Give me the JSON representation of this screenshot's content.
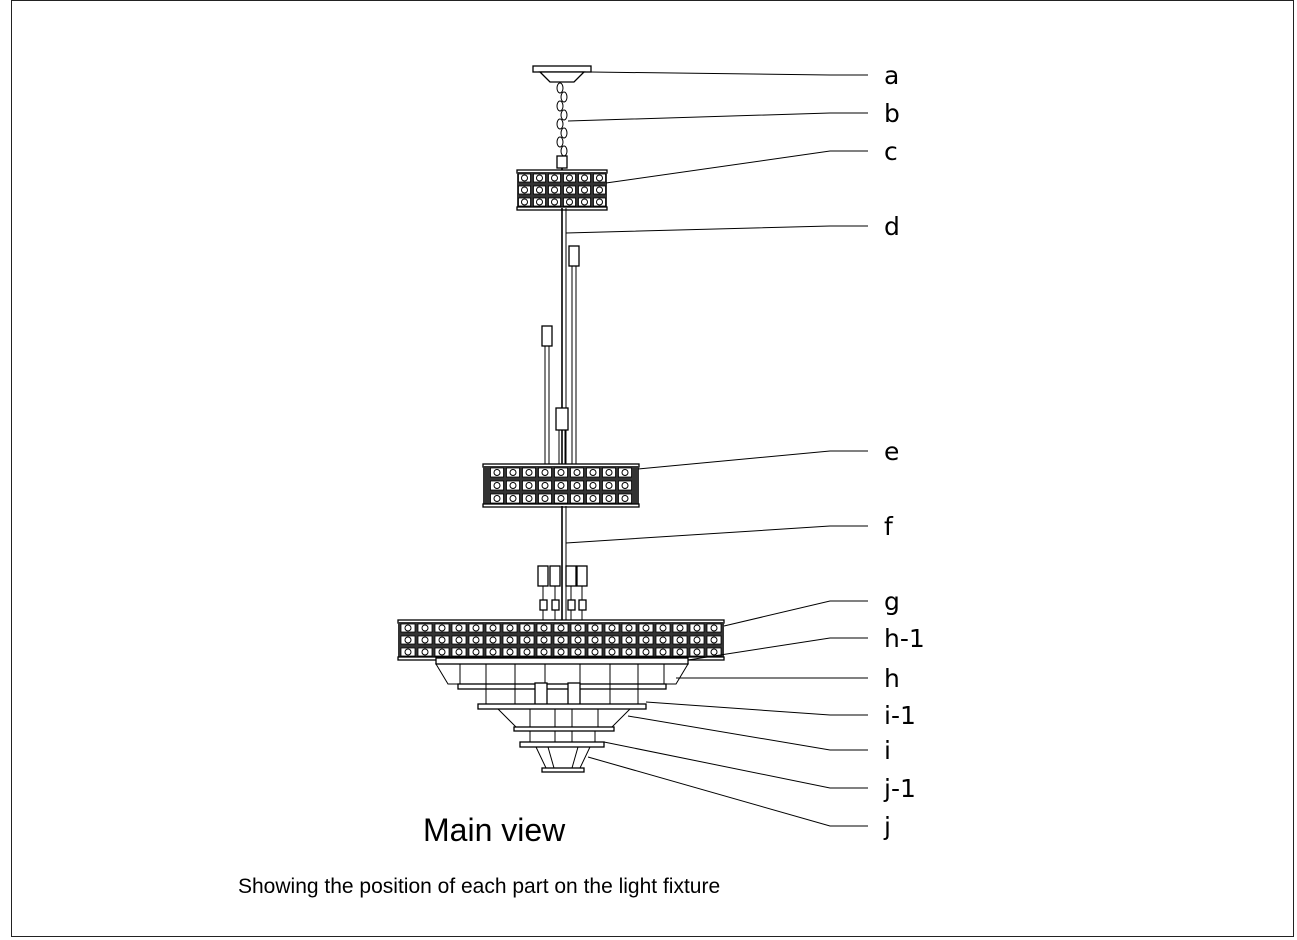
{
  "diagram": {
    "part_labels": [
      "a",
      "b",
      "c",
      "d",
      "e",
      "f",
      "g",
      "h-1",
      "h",
      "i-1",
      "i",
      "j-1",
      "j"
    ],
    "title": "Main view",
    "caption": "Showing the position of each part on the light fixture"
  },
  "colors": {
    "line": "#000000",
    "background": "#ffffff"
  }
}
